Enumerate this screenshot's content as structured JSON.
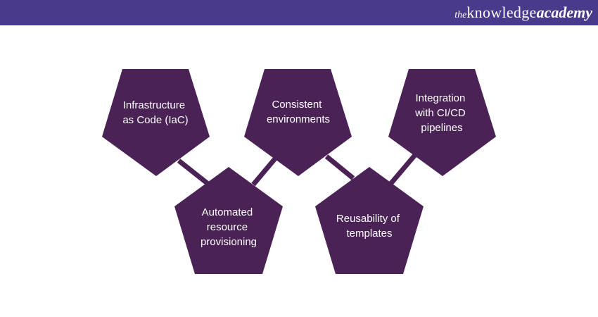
{
  "header": {
    "brand_the": "the",
    "brand_knowledge": "knowledge",
    "brand_academy": "academy"
  },
  "colors": {
    "header_bg": "#4a3a8c",
    "shape_fill": "#4a2256",
    "text": "#ffffff"
  },
  "diagram": {
    "nodes": [
      {
        "id": "iac",
        "lines": [
          "Infrastructure",
          "as Code (IaC)"
        ]
      },
      {
        "id": "consistent",
        "lines": [
          "Consistent",
          "environments"
        ]
      },
      {
        "id": "cicd",
        "lines": [
          "Integration",
          "with CI/CD",
          "pipelines"
        ]
      },
      {
        "id": "provisioning",
        "lines": [
          "Automated",
          "resource",
          "provisioning"
        ]
      },
      {
        "id": "reusability",
        "lines": [
          "Reusability of",
          "templates"
        ]
      }
    ]
  }
}
